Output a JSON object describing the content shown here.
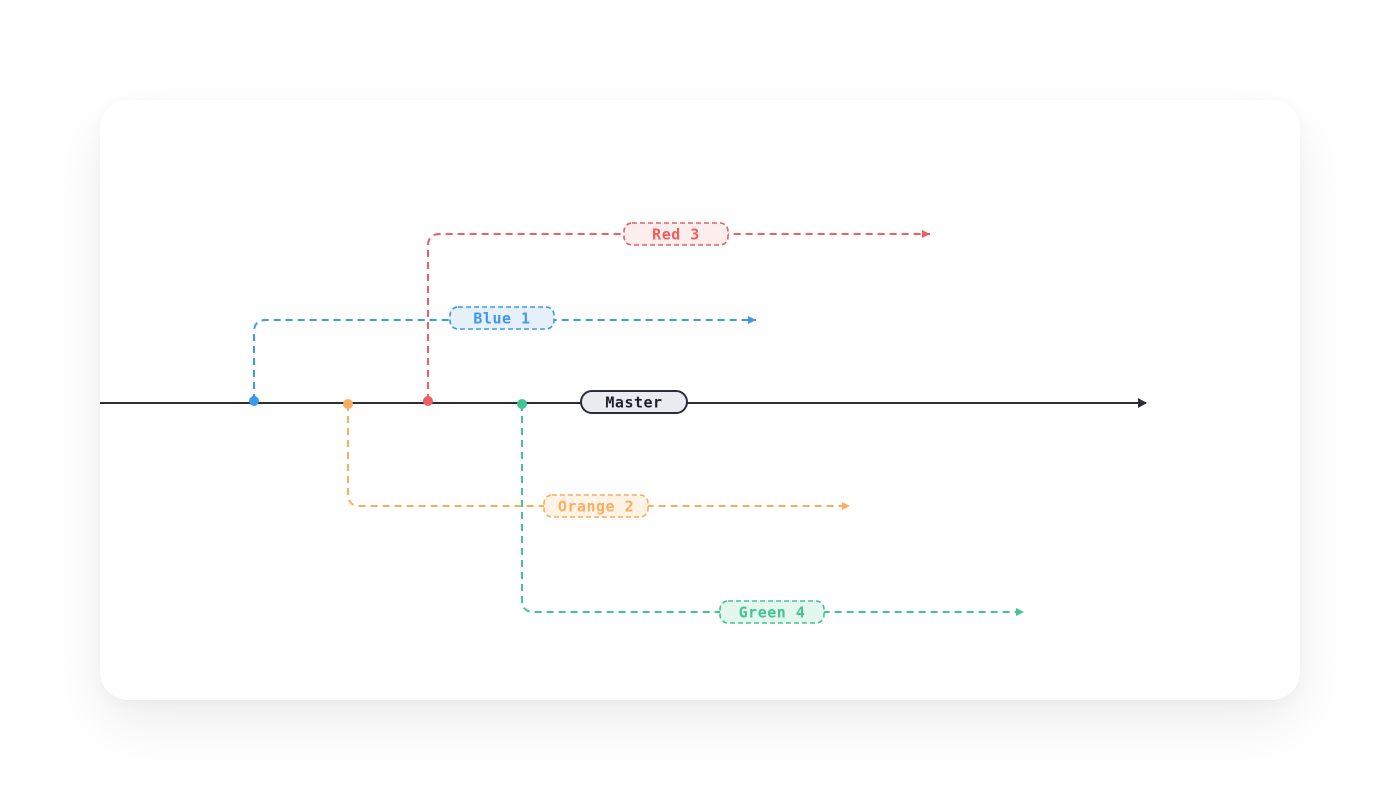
{
  "colors": {
    "master": "#2b2d3b",
    "master_fill": "#e9ebf1",
    "blue": "#3f97ef",
    "blue_fill": "#e6f0fb",
    "red": "#ef5c61",
    "red_fill": "#fdeeee",
    "orange": "#fbad5e",
    "orange_fill": "#fff3e6",
    "green": "#42c590",
    "green_fill": "#e3f7ee"
  },
  "master": {
    "label": "Master"
  },
  "branches": [
    {
      "id": "blue",
      "label": "Blue 1"
    },
    {
      "id": "orange",
      "label": "Orange 2"
    },
    {
      "id": "red",
      "label": "Red 3"
    },
    {
      "id": "green",
      "label": "Green 4"
    }
  ]
}
